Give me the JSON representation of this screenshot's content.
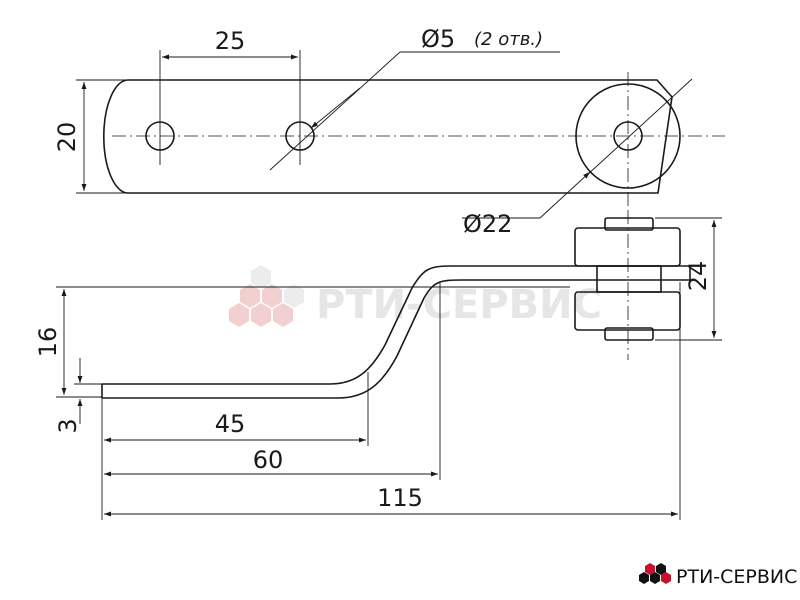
{
  "dimensions": {
    "hole_spacing": "25",
    "hole_diameter": "Ø5",
    "hole_note": "(2 отв.)",
    "plate_width": "20",
    "roller_diameter": "Ø22",
    "roller_height": "24",
    "step_height": "16",
    "thickness": "3",
    "len_45": "45",
    "len_60": "60",
    "len_115": "115"
  },
  "watermark": {
    "text": "РТИ-СЕРВИС"
  },
  "brand": {
    "text": "РТИ-СЕРВИС"
  },
  "colors": {
    "line": "#1a1a1a",
    "watermark": "#e6e6e6",
    "brand_red": "#c8102e"
  }
}
